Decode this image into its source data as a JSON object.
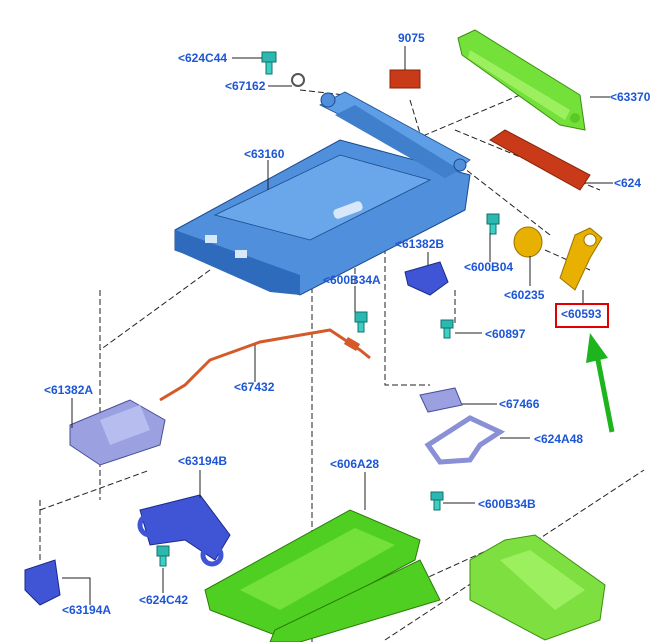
{
  "callouts": {
    "l_624C44": "<624C44",
    "l_67162": "<67162",
    "l_9075": "9075",
    "l_63370": "<63370",
    "l_63160": "<63160",
    "l_624": "<624",
    "l_61382B": "<61382B",
    "l_600B04": "<600B04",
    "l_60235": "<60235",
    "l_600B34A": "<600B34A",
    "l_60593": "<60593",
    "l_60897": "<60897",
    "l_61382A": "<61382A",
    "l_67432": "<67432",
    "l_67466": "<67466",
    "l_624A48": "<624A48",
    "l_63194B": "<63194B",
    "l_606A28": "<606A28",
    "l_600B34B": "<600B34B",
    "l_624C42": "<624C42",
    "l_63194A": "<63194A"
  },
  "highlight": {
    "part": "60593",
    "box_color": "#e00000",
    "arrow_color": "#1db41d"
  },
  "colors": {
    "label": "#1c55d6",
    "blue_part": "#4f8fdc",
    "green_part": "#74e03a",
    "red_part": "#c83a18",
    "yellow_part": "#e8b000",
    "teal_fastener": "#2ab8b0",
    "lavender_part": "#9aa0e0"
  }
}
